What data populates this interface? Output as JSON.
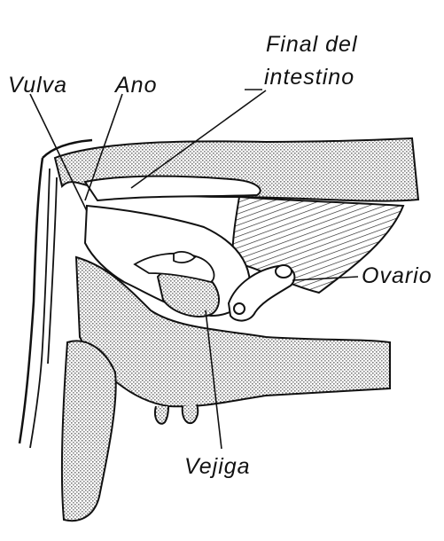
{
  "labels": {
    "vulva": "Vulva",
    "ano": "Ano",
    "final_del_intestino_line1": "Final del",
    "final_del_intestino_line2": "intestino",
    "ovario": "Ovario",
    "vejiga": "Vejiga"
  },
  "colors": {
    "ink": "#111111",
    "stipple": "#9a9a9a",
    "paper": "#ffffff"
  }
}
